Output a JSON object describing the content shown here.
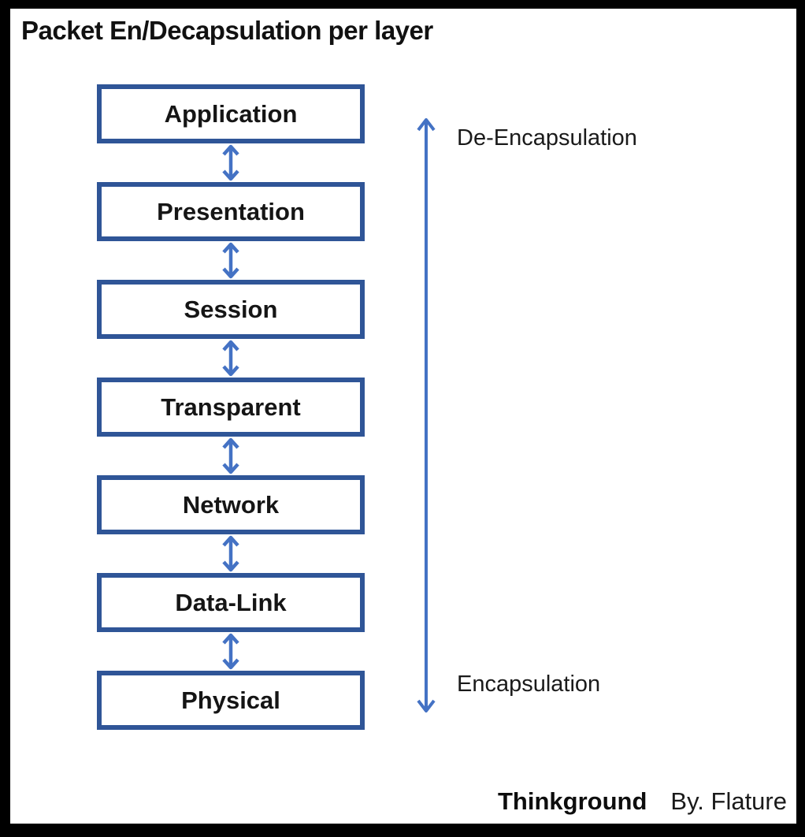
{
  "title": "Packet En/Decapsulation per layer",
  "layers": [
    "Application",
    "Presentation",
    "Session",
    "Transparent",
    "Network",
    "Data-Link",
    "Physical"
  ],
  "flow": {
    "up_label": "De-Encapsulation",
    "down_label": "Encapsulation"
  },
  "footer": {
    "brand": "Thinkground",
    "byline": "By. Flature"
  },
  "colors": {
    "frame": "#000000",
    "box_border": "#2F5597",
    "box_fill": "#FFFFFF",
    "arrow": "#4472C4",
    "text": "#111111"
  }
}
